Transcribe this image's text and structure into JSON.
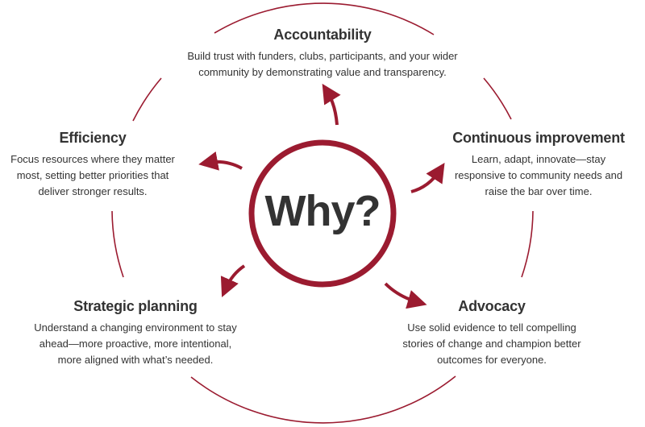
{
  "center": {
    "label": "Why?"
  },
  "colors": {
    "accent": "#9b1b30",
    "text": "#333333",
    "background": "#ffffff"
  },
  "nodes": [
    {
      "id": "accountability",
      "title": "Accountability",
      "lines": [
        "Build trust with funders, clubs, participants, and your wider",
        "community by demonstrating value and transparency."
      ]
    },
    {
      "id": "continuous-improvement",
      "title": "Continuous improvement",
      "lines": [
        "Learn, adapt, innovate—stay",
        "responsive to community needs and",
        "raise the bar over time."
      ]
    },
    {
      "id": "advocacy",
      "title": "Advocacy",
      "lines": [
        "Use solid evidence to tell compelling",
        "stories of change and champion better",
        "outcomes for everyone."
      ]
    },
    {
      "id": "strategic-planning",
      "title": "Strategic planning",
      "lines": [
        "Understand a changing environment to stay",
        "ahead—more proactive, more intentional,",
        "more aligned with what’s needed."
      ]
    },
    {
      "id": "efficiency",
      "title": "Efficiency",
      "lines": [
        "Focus resources where they matter",
        "most, setting better priorities that",
        "deliver stronger results."
      ]
    }
  ]
}
